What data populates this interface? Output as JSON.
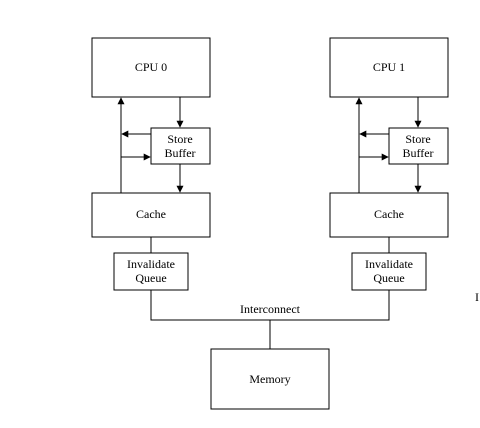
{
  "cpu0": {
    "label": "CPU 0",
    "store_buffer": [
      "Store",
      "Buffer"
    ],
    "cache": "Cache",
    "invalidate_queue": [
      "Invalidate",
      "Queue"
    ]
  },
  "cpu1": {
    "label": "CPU 1",
    "store_buffer": [
      "Store",
      "Buffer"
    ],
    "cache": "Cache",
    "invalidate_queue": [
      "Invalidate",
      "Queue"
    ]
  },
  "interconnect": "Interconnect",
  "memory": "Memory",
  "edge_glyph": "I"
}
